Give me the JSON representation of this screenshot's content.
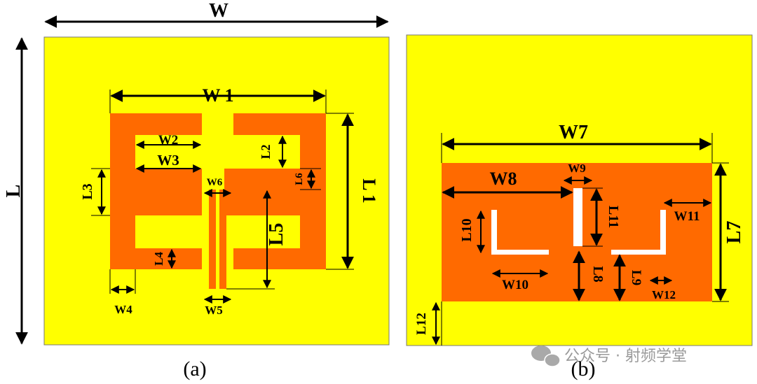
{
  "panel_a": {
    "caption": "(a)",
    "labels": {
      "W": "W",
      "L": "L",
      "W1": "W 1",
      "L1": "L 1",
      "W2": "W2",
      "W3": "W3",
      "L2": "L2",
      "L3": "L3",
      "L4": "L4",
      "L5": "L5",
      "L6": "L6",
      "W4": "W4",
      "W5": "W5",
      "W6": "W6"
    }
  },
  "panel_b": {
    "caption": "(b)",
    "labels": {
      "W7": "W7",
      "W8": "W8",
      "W9": "W9",
      "W10": "W10",
      "W11": "W11",
      "W12": "W12",
      "L7": "L7",
      "L8": "L8",
      "L9": "L9",
      "L10": "L10",
      "L11": "L11",
      "L12": "L12"
    }
  },
  "watermark": "公众号 · 射频学堂",
  "colors": {
    "substrate": "#ffff00",
    "copper": "#ff6a00",
    "slot": "#ffffff",
    "dimension": "#000000"
  }
}
